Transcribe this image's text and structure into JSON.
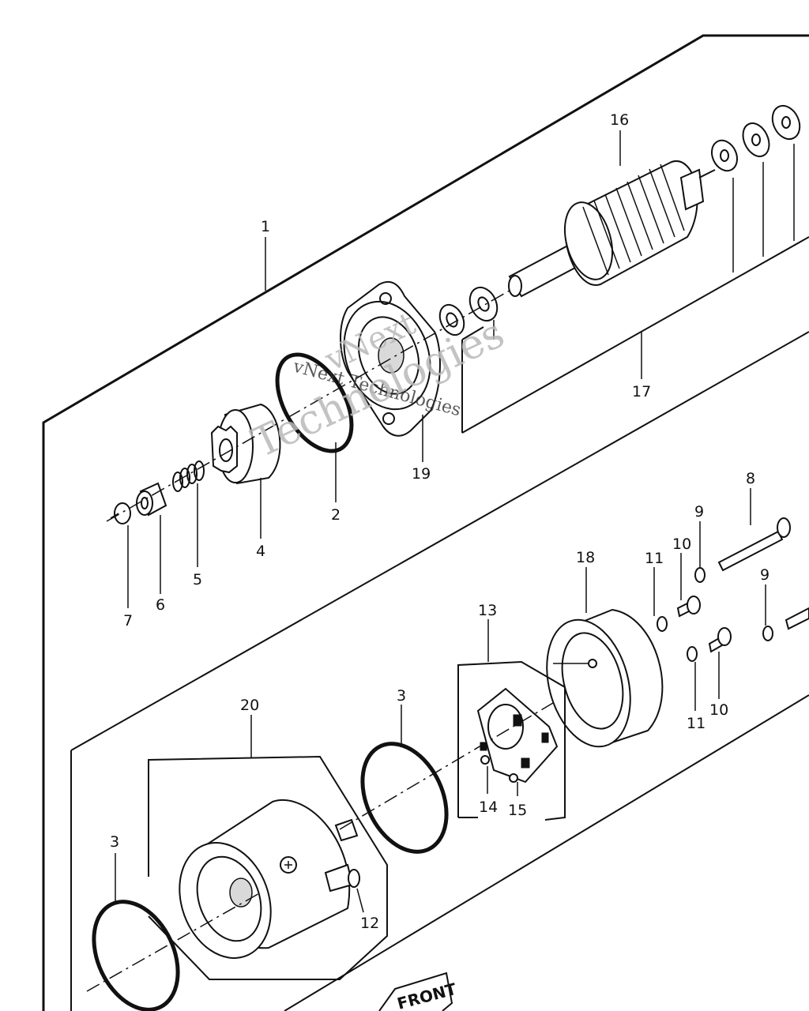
{
  "labels": {
    "p1": "1",
    "p2": "2",
    "p3a": "3",
    "p3b": "3",
    "p4": "4",
    "p5": "5",
    "p6": "6",
    "p7": "7",
    "p8": "8",
    "p9a": "9",
    "p9b": "9",
    "p10a": "10",
    "p10b": "10",
    "p11a": "11",
    "p11b": "11",
    "p12": "12",
    "p13": "13",
    "p14": "14",
    "p15": "15",
    "p16": "16",
    "p17": "17",
    "p18": "18",
    "p19": "19",
    "p20": "20"
  },
  "watermark": {
    "line1": "vNext Technologies",
    "line2": "vNext",
    "line3": "Technologies"
  },
  "front_sign": "FRONT"
}
